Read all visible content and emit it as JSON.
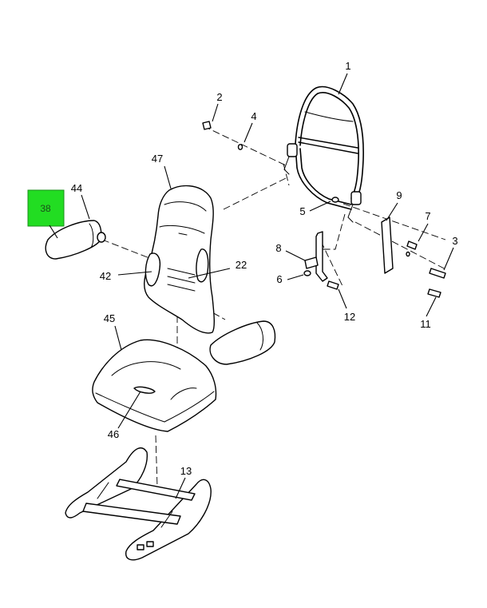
{
  "diagram": {
    "callouts": {
      "c1": "1",
      "c2": "2",
      "c3": "3",
      "c4": "4",
      "c5": "5",
      "c6": "6",
      "c7": "7",
      "c8": "8",
      "c9": "9",
      "c11": "11",
      "c12": "12",
      "c13": "13",
      "c22": "22",
      "c38": "38",
      "c42": "42",
      "c44": "44",
      "c45": "45",
      "c46": "46",
      "c47": "47"
    },
    "highlight_color": "#22dd22"
  }
}
